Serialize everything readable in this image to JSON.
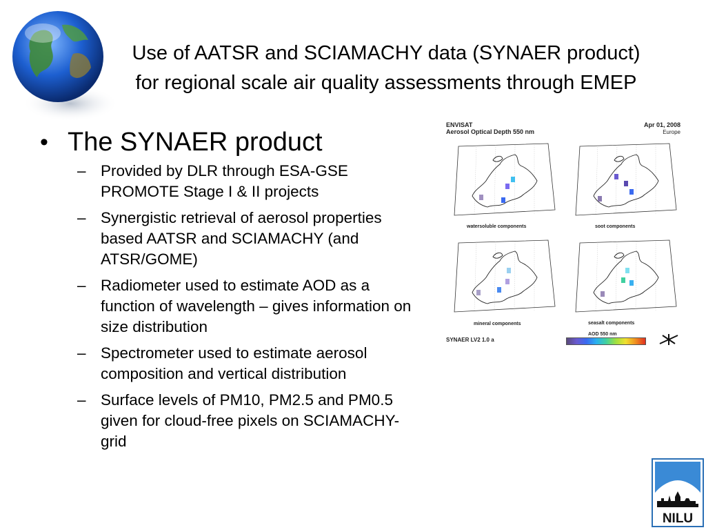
{
  "slide": {
    "title_line1": "Use of AATSR and SCIAMACHY data (SYNAER product)",
    "title_line2": "for regional scale air quality assessments through EMEP",
    "bullet": "The SYNAER product",
    "sub_bullets": [
      "Provided by DLR through ESA-GSE PROMOTE Stage I & II projects",
      "Synergistic retrieval of aerosol properties based AATSR and SCIAMACHY (and ATSR/GOME)",
      "Radiometer used to estimate AOD as a function of wavelength – gives information on size distribution",
      "Spectrometer used to estimate aerosol composition and vertical distribution",
      "Surface levels of PM10, PM2.5 and PM0.5 given for cloud-free pixels on SCIAMACHY-grid"
    ]
  },
  "figure": {
    "header_left_1": "ENVISAT",
    "header_left_2": "Aerosol Optical Depth 550 nm",
    "header_right_1": "Apr 01, 2008",
    "header_right_2": "Europe",
    "panel_labels": [
      "watersoluble components",
      "soot components",
      "mineral components",
      "seasalt components"
    ],
    "footer_left": "SYNAER LV2 1.0 a",
    "colorbar_label": "AOD 550 nm"
  },
  "logo": {
    "text": "NILU"
  }
}
